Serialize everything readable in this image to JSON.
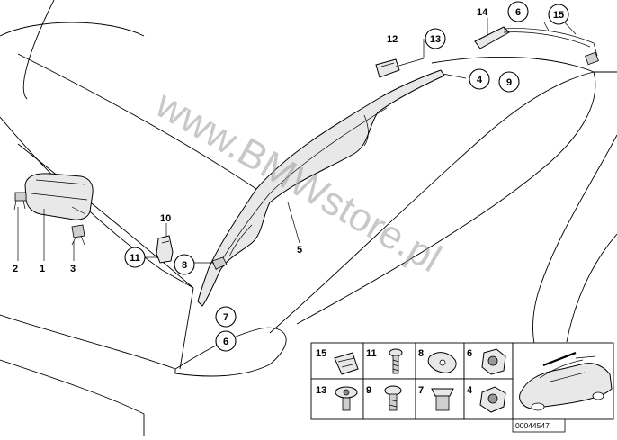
{
  "watermark": "www.BMWstore.pl",
  "callouts": {
    "c1": "1",
    "c2": "2",
    "c3": "3",
    "c4": "4",
    "c5": "5",
    "c6_top": "6",
    "c6_bottom": "6",
    "c7": "7",
    "c8": "8",
    "c9": "9",
    "c10": "10",
    "c11": "11",
    "c12": "12",
    "c13": "13",
    "c14": "14",
    "c15": "15"
  },
  "legend": {
    "row1": [
      "15",
      "11",
      "8",
      "6"
    ],
    "row2": [
      "13",
      "9",
      "7",
      "4"
    ]
  },
  "reference_code": "00044547"
}
